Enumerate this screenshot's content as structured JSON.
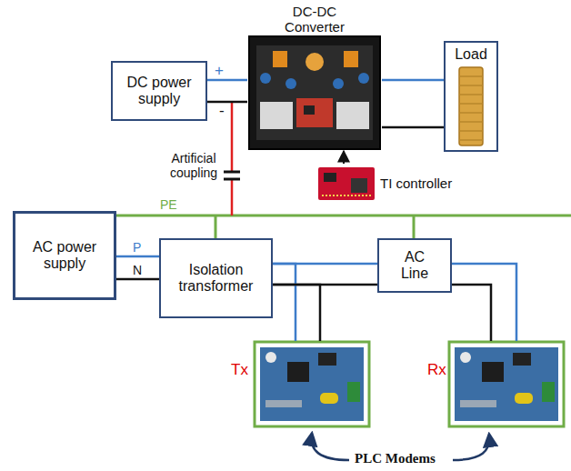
{
  "diagram": {
    "nodes": [
      {
        "text": [
          "DC power supply"
        ]
      },
      {
        "text": [
          "DC-DC Converter"
        ]
      },
      {
        "text": [
          "Load"
        ]
      },
      {
        "text": [
          "TI controller"
        ]
      },
      {
        "text": [
          "AC power supply"
        ]
      },
      {
        "text": [
          "Isolation transformer"
        ]
      },
      {
        "text": [
          "AC Line"
        ]
      },
      {
        "text": [
          "Tx"
        ]
      },
      {
        "text": [
          "Rx"
        ]
      }
    ],
    "edges": [
      {
        "from": 0,
        "to": 1,
        "arrow": "none"
      },
      {
        "from": 0,
        "to": 1,
        "arrow": "none"
      },
      {
        "from": 1,
        "to": 2,
        "arrow": "none"
      },
      {
        "from": 1,
        "to": 2,
        "arrow": "none"
      },
      {
        "from": 3,
        "to": 1,
        "arrow": "to"
      },
      {
        "from": 4,
        "to": 5,
        "arrow": "none"
      },
      {
        "from": 4,
        "to": 5,
        "arrow": "none"
      },
      {
        "from": 5,
        "to": 6,
        "arrow": "none"
      },
      {
        "from": 5,
        "to": 6,
        "arrow": "none"
      },
      {
        "from": 5,
        "to": 7,
        "arrow": "none"
      },
      {
        "from": 5,
        "to": 7,
        "arrow": "none"
      },
      {
        "from": 6,
        "to": 8,
        "arrow": "none"
      },
      {
        "from": 6,
        "to": 8,
        "arrow": "none"
      }
    ],
    "labels": [
      "+",
      "-",
      "Artificial coupling",
      "PE",
      "P",
      "N",
      "PLC Modems"
    ]
  }
}
